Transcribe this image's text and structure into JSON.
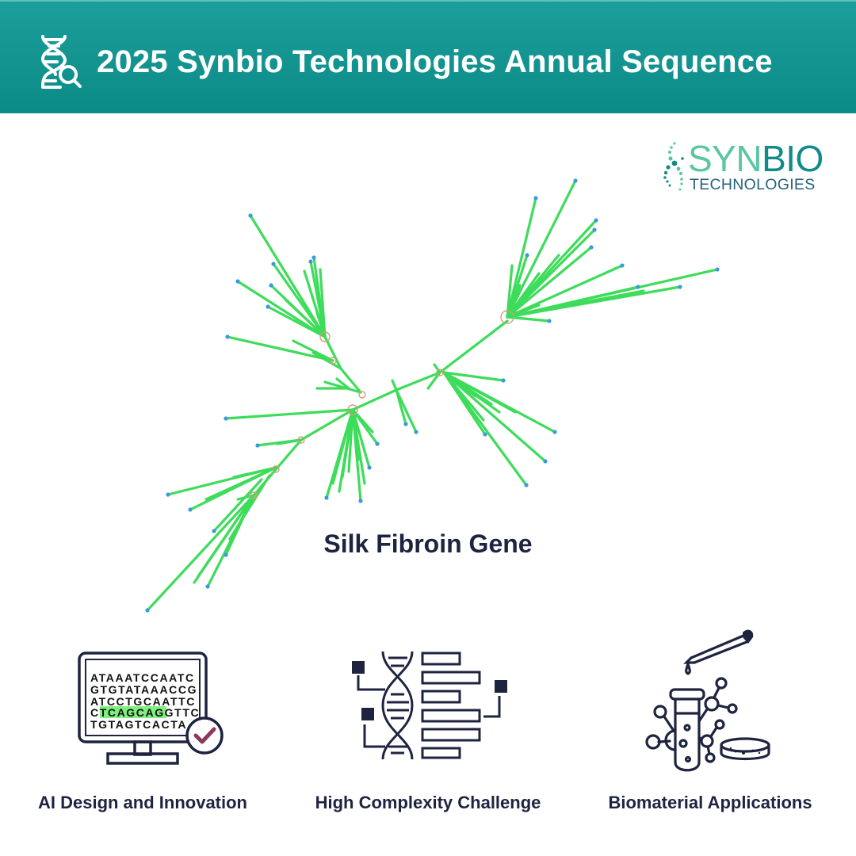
{
  "header": {
    "title": "2025 Synbio Technologies Annual Sequence",
    "icon": "dna-search-icon",
    "background_top": "#1c9e9a",
    "background_bottom": "#0b8b88"
  },
  "logo": {
    "syn": "SYN",
    "bio": "BIO",
    "subtitle": "TECHNOLOGIES",
    "color_light": "#5cc6a4",
    "color_dark": "#0f8c8a",
    "color_subtitle": "#27627a"
  },
  "figure": {
    "title": "Silk Fibroin Gene",
    "type": "unrooted-phylogenetic-tree",
    "branch_color": "#3ddc5a",
    "tip_color": "#3a9bdc"
  },
  "features": [
    {
      "label": "AI Design and Innovation",
      "icon": "monitor-sequence-check-icon",
      "sequence_lines": [
        "ATAAATCCAATC",
        "GTGTATAAACCG",
        "ATCCTGCAATTC",
        "CTCAGCAGGTTC",
        "TGTAGTCACTA"
      ],
      "highlight": {
        "line": 3,
        "prefix": "C",
        "text": "TCAGCAGG",
        "suffix": "TTC",
        "color": "#7ef07e"
      },
      "check_color": "#8c3a5c"
    },
    {
      "label": "High Complexity Challenge",
      "icon": "dna-blocks-icon"
    },
    {
      "label": "Biomaterial Applications",
      "icon": "test-tube-molecule-icon"
    }
  ],
  "colors": {
    "navy": "#1e2440"
  }
}
